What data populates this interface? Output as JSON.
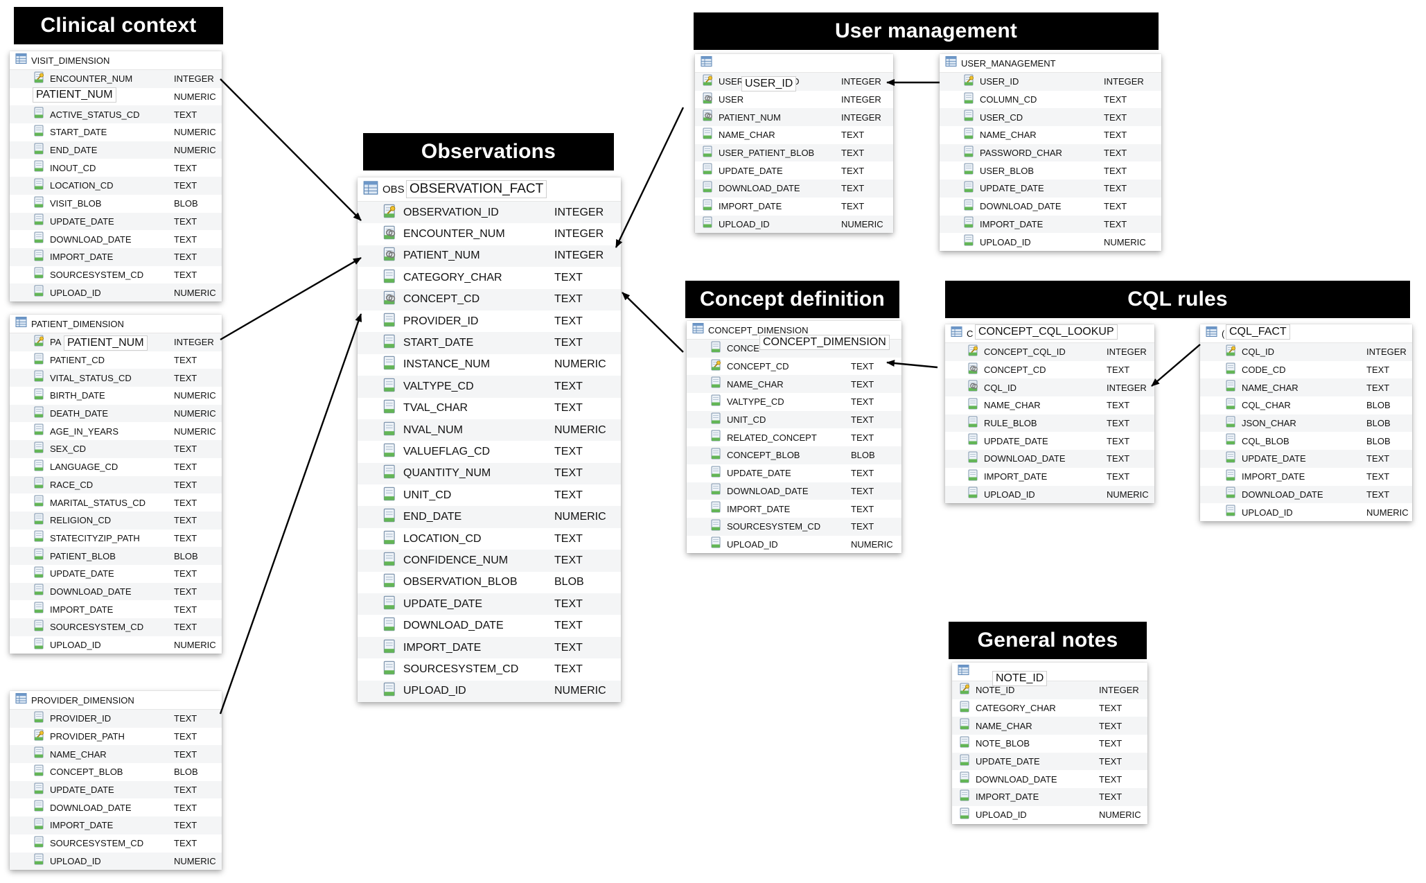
{
  "headers": {
    "clinical": "Clinical context",
    "observations": "Observations",
    "user": "User management",
    "concept": "Concept definition",
    "cql": "CQL rules",
    "notes": "General notes"
  },
  "tables": {
    "visit": {
      "name": "VISIT_DIMENSION",
      "tooltip": "PATIENT_NUM",
      "columns": [
        {
          "name": "ENCOUNTER_NUM",
          "type": "INTEGER",
          "icon": "key-icon"
        },
        {
          "name": "PATIENT_NUM",
          "type": "NUMERIC",
          "icon": "column-icon"
        },
        {
          "name": "ACTIVE_STATUS_CD",
          "type": "TEXT",
          "icon": "column-icon"
        },
        {
          "name": "START_DATE",
          "type": "NUMERIC",
          "icon": "column-icon"
        },
        {
          "name": "END_DATE",
          "type": "NUMERIC",
          "icon": "column-icon"
        },
        {
          "name": "INOUT_CD",
          "type": "TEXT",
          "icon": "column-icon"
        },
        {
          "name": "LOCATION_CD",
          "type": "TEXT",
          "icon": "column-icon"
        },
        {
          "name": "VISIT_BLOB",
          "type": "BLOB",
          "icon": "column-icon"
        },
        {
          "name": "UPDATE_DATE",
          "type": "TEXT",
          "icon": "column-icon"
        },
        {
          "name": "DOWNLOAD_DATE",
          "type": "TEXT",
          "icon": "column-icon"
        },
        {
          "name": "IMPORT_DATE",
          "type": "TEXT",
          "icon": "column-icon"
        },
        {
          "name": "SOURCESYSTEM_CD",
          "type": "TEXT",
          "icon": "column-icon"
        },
        {
          "name": "UPLOAD_ID",
          "type": "NUMERIC",
          "icon": "column-icon"
        }
      ]
    },
    "patient": {
      "name": "PATIENT_DIMENSION",
      "tooltip": "PATIENT_NUM",
      "columns": [
        {
          "name": "PA",
          "type": "INTEGER",
          "icon": "key-icon"
        },
        {
          "name": "PATIENT_CD",
          "type": "TEXT",
          "icon": "column-icon"
        },
        {
          "name": "VITAL_STATUS_CD",
          "type": "TEXT",
          "icon": "column-icon"
        },
        {
          "name": "BIRTH_DATE",
          "type": "NUMERIC",
          "icon": "column-icon"
        },
        {
          "name": "DEATH_DATE",
          "type": "NUMERIC",
          "icon": "column-icon"
        },
        {
          "name": "AGE_IN_YEARS",
          "type": "NUMERIC",
          "icon": "column-icon"
        },
        {
          "name": "SEX_CD",
          "type": "TEXT",
          "icon": "column-icon"
        },
        {
          "name": "LANGUAGE_CD",
          "type": "TEXT",
          "icon": "column-icon"
        },
        {
          "name": "RACE_CD",
          "type": "TEXT",
          "icon": "column-icon"
        },
        {
          "name": "MARITAL_STATUS_CD",
          "type": "TEXT",
          "icon": "column-icon"
        },
        {
          "name": "RELIGION_CD",
          "type": "TEXT",
          "icon": "column-icon"
        },
        {
          "name": "STATECITYZIP_PATH",
          "type": "TEXT",
          "icon": "column-icon"
        },
        {
          "name": "PATIENT_BLOB",
          "type": "BLOB",
          "icon": "column-icon"
        },
        {
          "name": "UPDATE_DATE",
          "type": "TEXT",
          "icon": "column-icon"
        },
        {
          "name": "DOWNLOAD_DATE",
          "type": "TEXT",
          "icon": "column-icon"
        },
        {
          "name": "IMPORT_DATE",
          "type": "TEXT",
          "icon": "column-icon"
        },
        {
          "name": "SOURCESYSTEM_CD",
          "type": "TEXT",
          "icon": "column-icon"
        },
        {
          "name": "UPLOAD_ID",
          "type": "NUMERIC",
          "icon": "column-icon"
        }
      ]
    },
    "provider": {
      "name": "PROVIDER_DIMENSION",
      "columns": [
        {
          "name": "PROVIDER_ID",
          "type": "TEXT",
          "icon": "column-icon"
        },
        {
          "name": "PROVIDER_PATH",
          "type": "TEXT",
          "icon": "key-icon"
        },
        {
          "name": "NAME_CHAR",
          "type": "TEXT",
          "icon": "column-icon"
        },
        {
          "name": "CONCEPT_BLOB",
          "type": "BLOB",
          "icon": "column-icon"
        },
        {
          "name": "UPDATE_DATE",
          "type": "TEXT",
          "icon": "column-icon"
        },
        {
          "name": "DOWNLOAD_DATE",
          "type": "TEXT",
          "icon": "column-icon"
        },
        {
          "name": "IMPORT_DATE",
          "type": "TEXT",
          "icon": "column-icon"
        },
        {
          "name": "SOURCESYSTEM_CD",
          "type": "TEXT",
          "icon": "column-icon"
        },
        {
          "name": "UPLOAD_ID",
          "type": "NUMERIC",
          "icon": "column-icon"
        }
      ]
    },
    "observation": {
      "name": "OBS",
      "tooltip": "OBSERVATION_FACT",
      "columns": [
        {
          "name": "OBSERVATION_ID",
          "type": "INTEGER",
          "icon": "key-icon"
        },
        {
          "name": "ENCOUNTER_NUM",
          "type": "INTEGER",
          "icon": "foreign-key-icon"
        },
        {
          "name": "PATIENT_NUM",
          "type": "INTEGER",
          "icon": "foreign-key-icon"
        },
        {
          "name": "CATEGORY_CHAR",
          "type": "TEXT",
          "icon": "column-icon"
        },
        {
          "name": "CONCEPT_CD",
          "type": "TEXT",
          "icon": "foreign-key-icon"
        },
        {
          "name": "PROVIDER_ID",
          "type": "TEXT",
          "icon": "column-icon"
        },
        {
          "name": "START_DATE",
          "type": "TEXT",
          "icon": "column-icon"
        },
        {
          "name": "INSTANCE_NUM",
          "type": "NUMERIC",
          "icon": "column-icon"
        },
        {
          "name": "VALTYPE_CD",
          "type": "TEXT",
          "icon": "column-icon"
        },
        {
          "name": "TVAL_CHAR",
          "type": "TEXT",
          "icon": "column-icon"
        },
        {
          "name": "NVAL_NUM",
          "type": "NUMERIC",
          "icon": "column-icon"
        },
        {
          "name": "VALUEFLAG_CD",
          "type": "TEXT",
          "icon": "column-icon"
        },
        {
          "name": "QUANTITY_NUM",
          "type": "TEXT",
          "icon": "column-icon"
        },
        {
          "name": "UNIT_CD",
          "type": "TEXT",
          "icon": "column-icon"
        },
        {
          "name": "END_DATE",
          "type": "NUMERIC",
          "icon": "column-icon"
        },
        {
          "name": "LOCATION_CD",
          "type": "TEXT",
          "icon": "column-icon"
        },
        {
          "name": "CONFIDENCE_NUM",
          "type": "TEXT",
          "icon": "column-icon"
        },
        {
          "name": "OBSERVATION_BLOB",
          "type": "BLOB",
          "icon": "column-icon"
        },
        {
          "name": "UPDATE_DATE",
          "type": "TEXT",
          "icon": "column-icon"
        },
        {
          "name": "DOWNLOAD_DATE",
          "type": "TEXT",
          "icon": "column-icon"
        },
        {
          "name": "IMPORT_DATE",
          "type": "TEXT",
          "icon": "column-icon"
        },
        {
          "name": "SOURCESYSTEM_CD",
          "type": "TEXT",
          "icon": "column-icon"
        },
        {
          "name": "UPLOAD_ID",
          "type": "NUMERIC",
          "icon": "column-icon"
        }
      ]
    },
    "user_patient": {
      "name": "",
      "tooltip": "USER_ID",
      "columns": [
        {
          "name": "USER_PATIENT_ID",
          "type": "INTEGER",
          "icon": "key-icon"
        },
        {
          "name": "USER",
          "type": "INTEGER",
          "icon": "foreign-key-icon"
        },
        {
          "name": "PATIENT_NUM",
          "type": "INTEGER",
          "icon": "foreign-key-icon"
        },
        {
          "name": "NAME_CHAR",
          "type": "TEXT",
          "icon": "column-icon"
        },
        {
          "name": "USER_PATIENT_BLOB",
          "type": "TEXT",
          "icon": "column-icon"
        },
        {
          "name": "UPDATE_DATE",
          "type": "TEXT",
          "icon": "column-icon"
        },
        {
          "name": "DOWNLOAD_DATE",
          "type": "TEXT",
          "icon": "column-icon"
        },
        {
          "name": "IMPORT_DATE",
          "type": "TEXT",
          "icon": "column-icon"
        },
        {
          "name": "UPLOAD_ID",
          "type": "NUMERIC",
          "icon": "column-icon"
        }
      ]
    },
    "user_management": {
      "name": "USER_MANAGEMENT",
      "columns": [
        {
          "name": "USER_ID",
          "type": "INTEGER",
          "icon": "key-icon"
        },
        {
          "name": "COLUMN_CD",
          "type": "TEXT",
          "icon": "column-icon"
        },
        {
          "name": "USER_CD",
          "type": "TEXT",
          "icon": "column-icon"
        },
        {
          "name": "NAME_CHAR",
          "type": "TEXT",
          "icon": "column-icon"
        },
        {
          "name": "PASSWORD_CHAR",
          "type": "TEXT",
          "icon": "column-icon"
        },
        {
          "name": "USER_BLOB",
          "type": "TEXT",
          "icon": "column-icon"
        },
        {
          "name": "UPDATE_DATE",
          "type": "TEXT",
          "icon": "column-icon"
        },
        {
          "name": "DOWNLOAD_DATE",
          "type": "TEXT",
          "icon": "column-icon"
        },
        {
          "name": "IMPORT_DATE",
          "type": "TEXT",
          "icon": "column-icon"
        },
        {
          "name": "UPLOAD_ID",
          "type": "NUMERIC",
          "icon": "column-icon"
        }
      ]
    },
    "concept": {
      "name": "CONCEPT_DIMENSION",
      "tooltip": "CONCEPT_DIMENSION",
      "columns": [
        {
          "name": "CONCE",
          "type": "",
          "icon": "column-icon"
        },
        {
          "name": "CONCEPT_CD",
          "type": "TEXT",
          "icon": "key-icon"
        },
        {
          "name": "NAME_CHAR",
          "type": "TEXT",
          "icon": "column-icon"
        },
        {
          "name": "VALTYPE_CD",
          "type": "TEXT",
          "icon": "column-icon"
        },
        {
          "name": "UNIT_CD",
          "type": "TEXT",
          "icon": "column-icon"
        },
        {
          "name": "RELATED_CONCEPT",
          "type": "TEXT",
          "icon": "column-icon"
        },
        {
          "name": "CONCEPT_BLOB",
          "type": "BLOB",
          "icon": "column-icon"
        },
        {
          "name": "UPDATE_DATE",
          "type": "TEXT",
          "icon": "column-icon"
        },
        {
          "name": "DOWNLOAD_DATE",
          "type": "TEXT",
          "icon": "column-icon"
        },
        {
          "name": "IMPORT_DATE",
          "type": "TEXT",
          "icon": "column-icon"
        },
        {
          "name": "SOURCESYSTEM_CD",
          "type": "TEXT",
          "icon": "column-icon"
        },
        {
          "name": "UPLOAD_ID",
          "type": "NUMERIC",
          "icon": "column-icon"
        }
      ]
    },
    "cql_lookup": {
      "name": "C",
      "tooltip": "CONCEPT_CQL_LOOKUP",
      "columns": [
        {
          "name": "CONCEPT_CQL_ID",
          "type": "INTEGER",
          "icon": "key-icon"
        },
        {
          "name": "CONCEPT_CD",
          "type": "TEXT",
          "icon": "foreign-key-icon"
        },
        {
          "name": "CQL_ID",
          "type": "INTEGER",
          "icon": "foreign-key-icon"
        },
        {
          "name": "NAME_CHAR",
          "type": "TEXT",
          "icon": "column-icon"
        },
        {
          "name": "RULE_BLOB",
          "type": "TEXT",
          "icon": "column-icon"
        },
        {
          "name": "UPDATE_DATE",
          "type": "TEXT",
          "icon": "column-icon"
        },
        {
          "name": "DOWNLOAD_DATE",
          "type": "TEXT",
          "icon": "column-icon"
        },
        {
          "name": "IMPORT_DATE",
          "type": "TEXT",
          "icon": "column-icon"
        },
        {
          "name": "UPLOAD_ID",
          "type": "NUMERIC",
          "icon": "column-icon"
        }
      ]
    },
    "cql_fact": {
      "name": "(",
      "tooltip": "CQL_FACT",
      "columns": [
        {
          "name": "CQL_ID",
          "type": "INTEGER",
          "icon": "key-icon"
        },
        {
          "name": "CODE_CD",
          "type": "TEXT",
          "icon": "column-icon"
        },
        {
          "name": "NAME_CHAR",
          "type": "TEXT",
          "icon": "column-icon"
        },
        {
          "name": "CQL_CHAR",
          "type": "BLOB",
          "icon": "column-icon"
        },
        {
          "name": "JSON_CHAR",
          "type": "BLOB",
          "icon": "column-icon"
        },
        {
          "name": "CQL_BLOB",
          "type": "BLOB",
          "icon": "column-icon"
        },
        {
          "name": "UPDATE_DATE",
          "type": "TEXT",
          "icon": "column-icon"
        },
        {
          "name": "IMPORT_DATE",
          "type": "TEXT",
          "icon": "column-icon"
        },
        {
          "name": "DOWNLOAD_DATE",
          "type": "TEXT",
          "icon": "column-icon"
        },
        {
          "name": "UPLOAD_ID",
          "type": "NUMERIC",
          "icon": "column-icon"
        }
      ]
    },
    "notes": {
      "name": "",
      "tooltip": "NOTE_ID",
      "columns": [
        {
          "name": "NOTE_ID",
          "type": "INTEGER",
          "icon": "key-icon"
        },
        {
          "name": "CATEGORY_CHAR",
          "type": "TEXT",
          "icon": "column-icon"
        },
        {
          "name": "NAME_CHAR",
          "type": "TEXT",
          "icon": "column-icon"
        },
        {
          "name": "NOTE_BLOB",
          "type": "TEXT",
          "icon": "column-icon"
        },
        {
          "name": "UPDATE_DATE",
          "type": "TEXT",
          "icon": "column-icon"
        },
        {
          "name": "DOWNLOAD_DATE",
          "type": "TEXT",
          "icon": "column-icon"
        },
        {
          "name": "IMPORT_DATE",
          "type": "TEXT",
          "icon": "column-icon"
        },
        {
          "name": "UPLOAD_ID",
          "type": "NUMERIC",
          "icon": "column-icon"
        }
      ]
    }
  },
  "colors": {
    "header_bg": "#000000",
    "header_text": "#ffffff",
    "row_alt": "#f4f5f6",
    "arrow": "#000000"
  }
}
